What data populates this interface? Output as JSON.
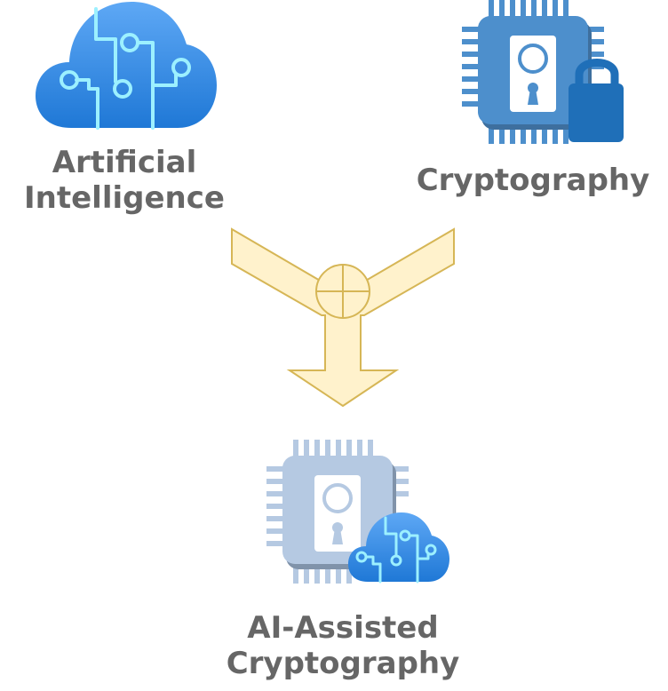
{
  "nodes": {
    "ai": {
      "line1": "Artificial",
      "line2": "Intelligence"
    },
    "crypto": {
      "line1": "Cryptography"
    },
    "result": {
      "line1": "AI-Assisted",
      "line2": "Cryptography"
    }
  },
  "colors": {
    "cloud_top": "#5ea8f5",
    "cloud_bottom": "#1f78d6",
    "circuit": "#9cf0ff",
    "chip_blue": "#4d8fcc",
    "chip_dark": "#5a6f87",
    "chip_light": "#b5c9e2",
    "lock_blue": "#1f6fb8",
    "merge_fill": "#fff2cc",
    "merge_stroke": "#d6b656",
    "label_text": "#666666"
  },
  "icons": [
    "cloud-ai-icon",
    "chip-lock-icon",
    "merge-arrow-icon",
    "chip-cloud-icon"
  ]
}
